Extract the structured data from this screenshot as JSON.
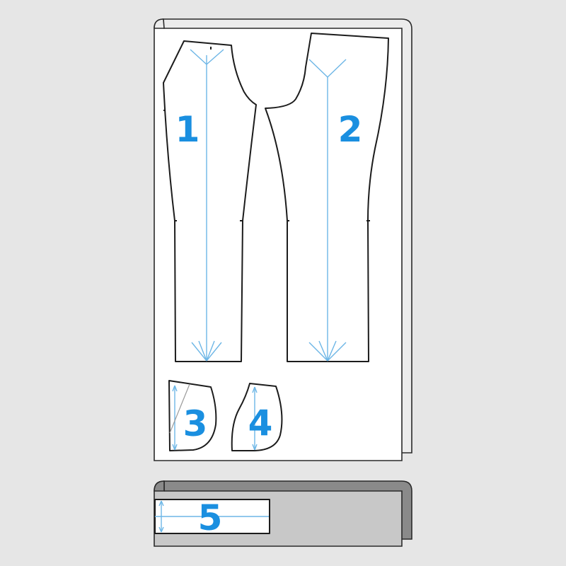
{
  "diagram": {
    "pieces": [
      {
        "id": "piece-1",
        "label": "1"
      },
      {
        "id": "piece-2",
        "label": "2"
      },
      {
        "id": "piece-3",
        "label": "3"
      },
      {
        "id": "piece-4",
        "label": "4"
      },
      {
        "id": "piece-5",
        "label": "5"
      }
    ],
    "colors": {
      "background": "#e6e6e6",
      "label_blue": "#1a8fe0",
      "grainline_blue": "#6db6e6",
      "outline": "#1c1c1c",
      "main_fabric": "#ffffff",
      "second_fabric": "#c8c8c8"
    }
  }
}
